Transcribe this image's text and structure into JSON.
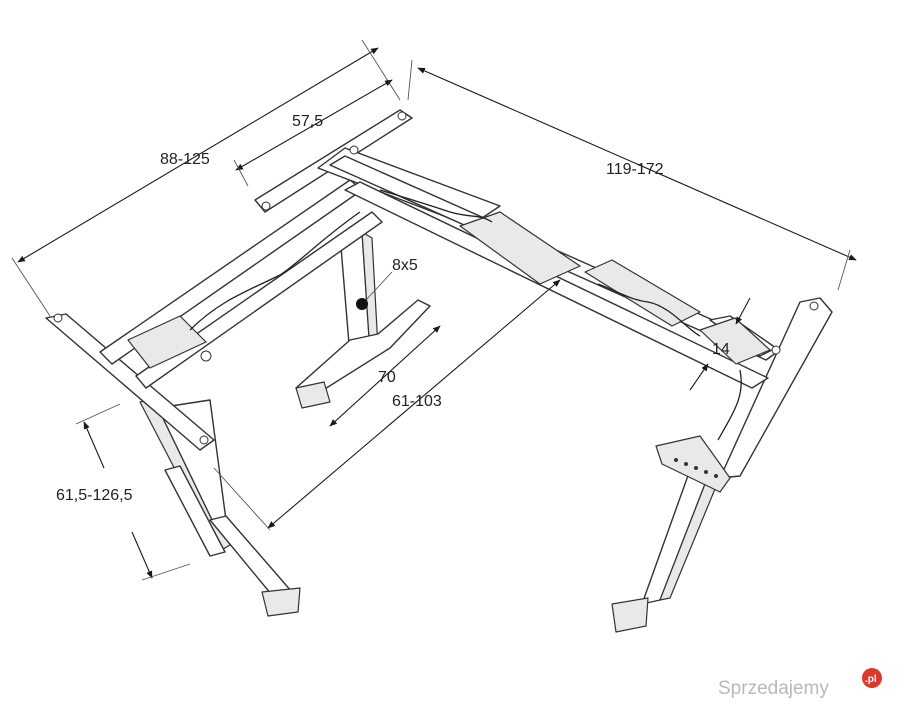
{
  "dimensions": {
    "depth_left": "88-125",
    "foot_left": "57,5",
    "width_right": "119-172",
    "column_profile": "8x5",
    "foot_center": "70",
    "inner_span": "61-103",
    "beam_height": "14",
    "height_range": "61,5-126,5"
  },
  "watermark": {
    "text": "Sprzedajemy",
    "badge": ".pl"
  }
}
